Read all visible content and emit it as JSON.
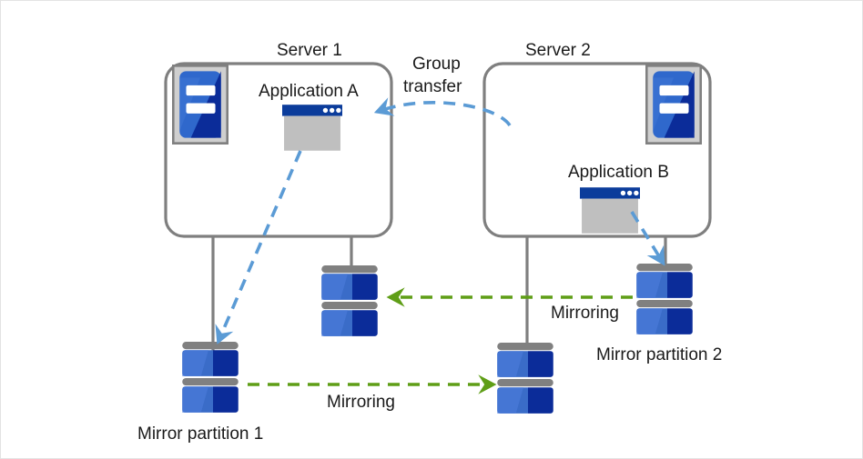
{
  "diagram": {
    "title_visible": false,
    "colors": {
      "server_box_border": "#7f7f7f",
      "connector_line": "#7f7f7f",
      "disk_cap": "#808080",
      "disk_blue_light": "#3a6cc8",
      "disk_blue_dark": "#0b2c99",
      "server_icon_blue_light": "#2f68cc",
      "server_icon_blue_dark": "#0b2c99",
      "server_icon_frame": "#cfcfcf",
      "server_icon_frame_border": "#808080",
      "app_titlebar": "#0b3c9b",
      "app_body": "#bfbfbf",
      "transfer_arrow": "#5b9bd5",
      "mirroring_arrow": "#5f9e17",
      "text": "#1a1a1a",
      "canvas_border": "#e3e3e3"
    },
    "servers": [
      {
        "id": "server1",
        "label": "Server 1",
        "application_label": "Application  A",
        "icon": "server-rack-icon",
        "app_icon": "application-window-icon"
      },
      {
        "id": "server2",
        "label": "Server 2",
        "application_label": "Application  B",
        "icon": "server-rack-icon",
        "app_icon": "application-window-icon"
      }
    ],
    "transfer": {
      "label_line1": "Group",
      "label_line2": "transfer",
      "direction": "server2-to-server1",
      "style": "dashed-curved-arrow"
    },
    "mirroring": [
      {
        "id": "mirroring-top",
        "label": "Mirroring",
        "direction": "right-to-left",
        "style": "green-dashed-arrow"
      },
      {
        "id": "mirroring-bottom",
        "label": "Mirroring",
        "direction": "left-to-right",
        "style": "green-dashed-arrow"
      }
    ],
    "partitions": [
      {
        "id": "mirror-partition-1",
        "label": "Mirror partition 1",
        "icon": "disk-stack-icon"
      },
      {
        "id": "mirror-partition-2",
        "label": "Mirror partition 2",
        "icon": "disk-stack-icon"
      },
      {
        "id": "disk-server1-local",
        "label": "",
        "icon": "disk-stack-icon"
      },
      {
        "id": "disk-server2-local",
        "label": "",
        "icon": "disk-stack-icon"
      }
    ]
  }
}
